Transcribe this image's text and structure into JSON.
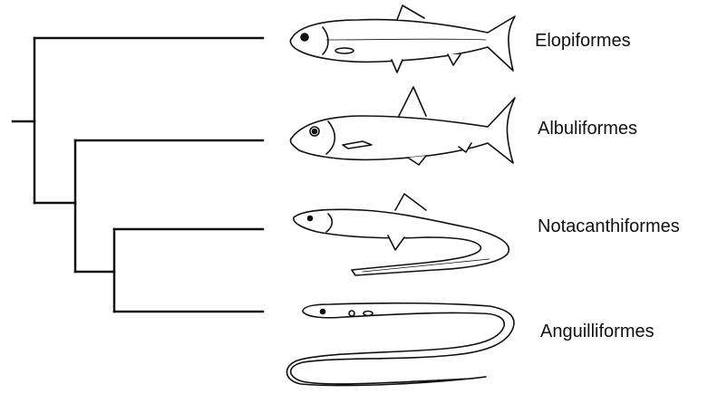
{
  "diagram": {
    "type": "phylogenetic-tree",
    "stroke_color": "#111111",
    "taxa": [
      {
        "label": "Elopiformes",
        "illustration": "elopiform-fish-icon"
      },
      {
        "label": "Albuliformes",
        "illustration": "albuliform-fish-icon"
      },
      {
        "label": "Notacanthiformes",
        "illustration": "notacanthiform-fish-icon"
      },
      {
        "label": "Anguilliformes",
        "illustration": "eel-icon"
      }
    ],
    "topology": "(Elopiformes,(Albuliformes,(Notacanthiformes,Anguilliformes)))"
  }
}
